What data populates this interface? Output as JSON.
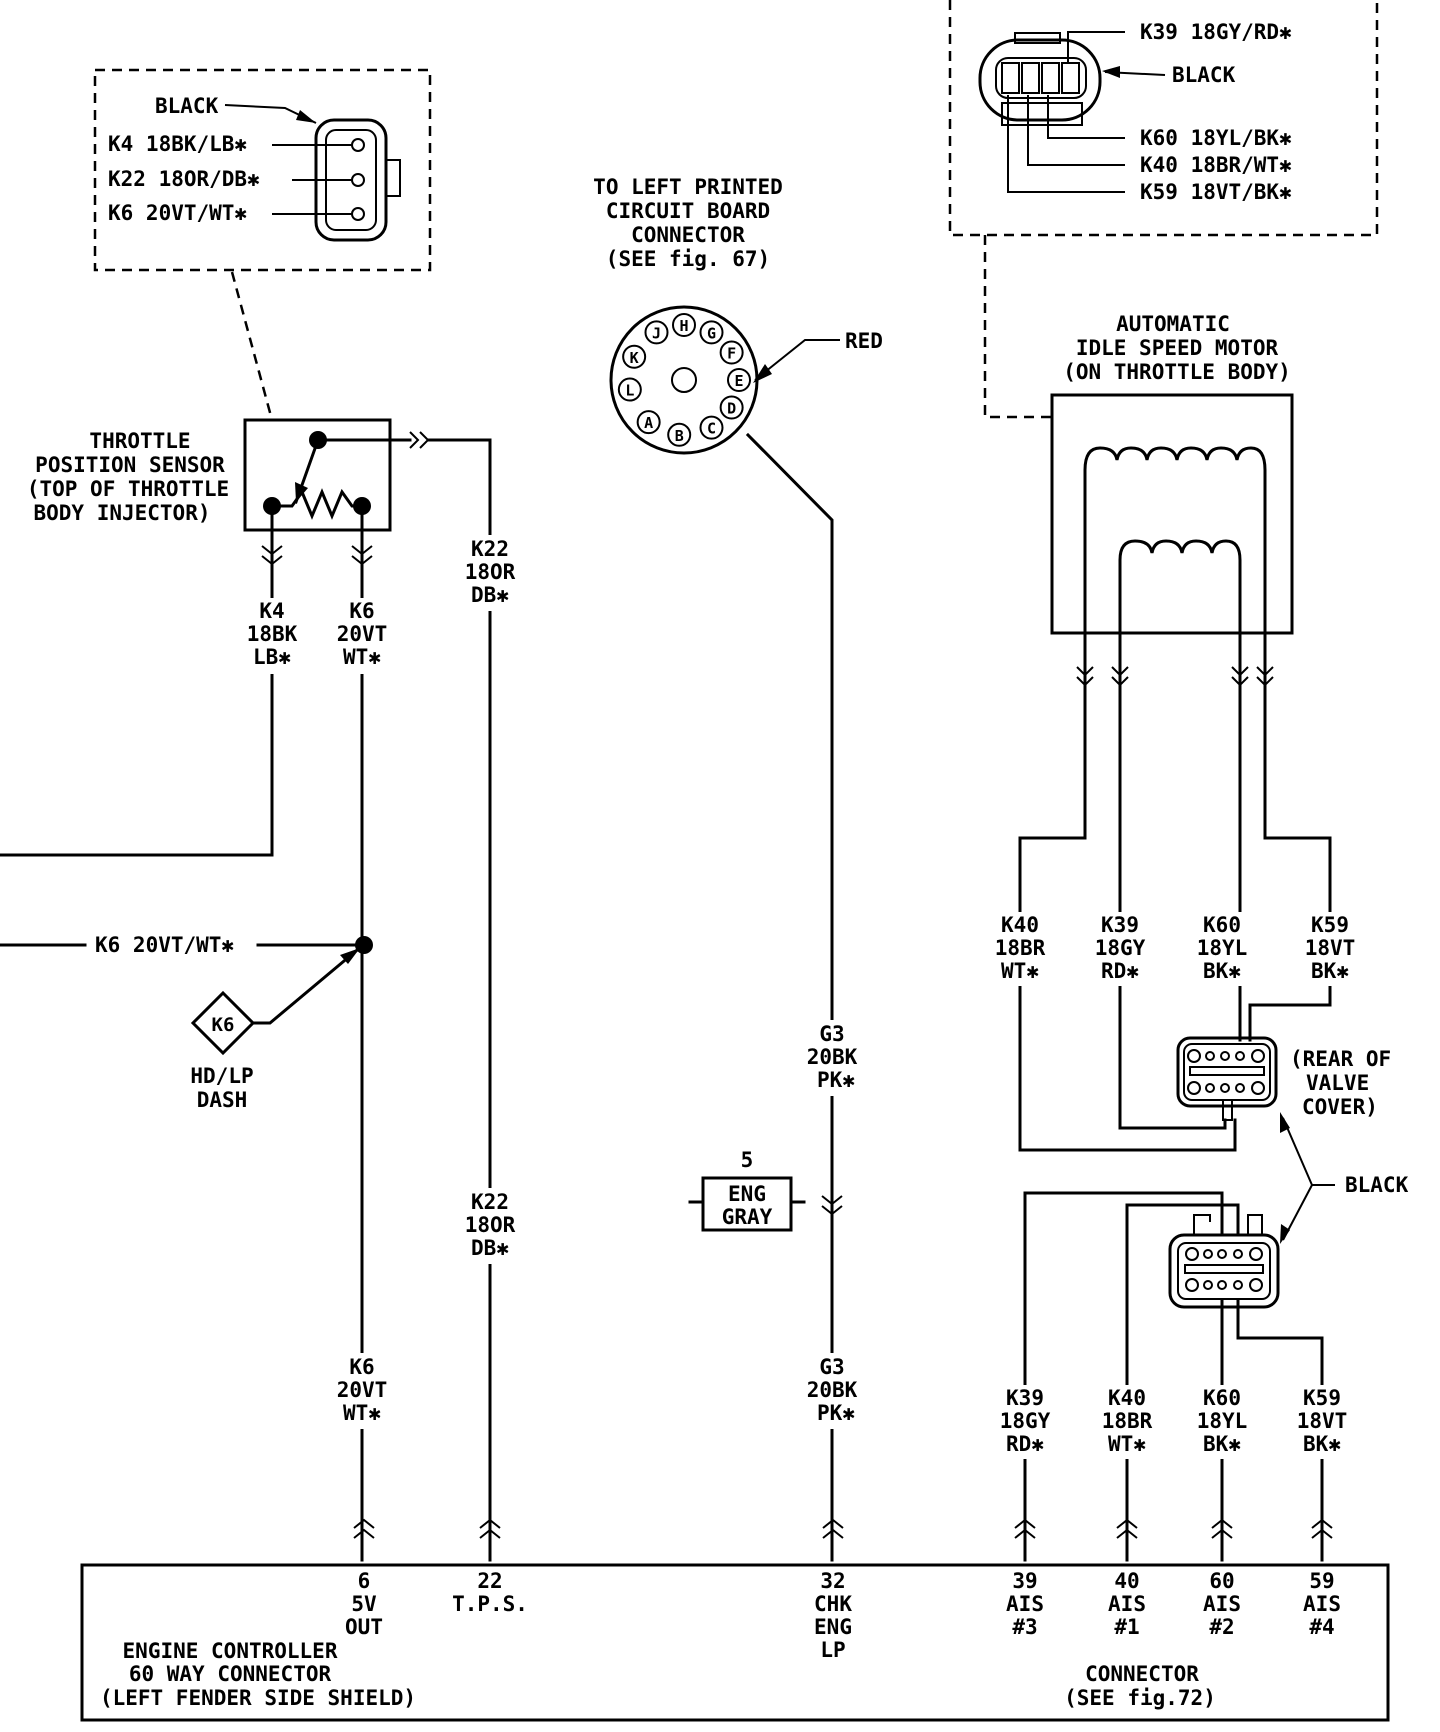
{
  "diagram": {
    "tps_connector_inset": {
      "color_label": "BLACK",
      "pins": [
        {
          "label": "K4  18BK/LB✱"
        },
        {
          "label": "K22  18OR/DB✱"
        },
        {
          "label": "K6  20VT/WT✱"
        }
      ]
    },
    "ais_connector_inset": {
      "color_label": "BLACK",
      "pins": [
        {
          "label": "K39  18GY/RD✱"
        },
        {
          "label": "K60  18YL/BK✱"
        },
        {
          "label": "K40  18BR/WT✱"
        },
        {
          "label": "K59  18VT/BK✱"
        }
      ]
    },
    "pcb_connector": {
      "title_lines": [
        "TO LEFT PRINTED",
        "CIRCUIT BOARD",
        "CONNECTOR"
      ],
      "ref_prefix": "(SEE ",
      "ref_fig": "fig. 67",
      "ref_suffix": ")",
      "color_label": "RED",
      "pins": [
        "H",
        "G",
        "F",
        "E",
        "D",
        "C",
        "B",
        "A",
        "L",
        "K",
        "J"
      ]
    },
    "tps": {
      "title_lines": [
        "THROTTLE",
        "POSITION SENSOR",
        "(TOP OF THROTTLE",
        "BODY INJECTOR)"
      ]
    },
    "ais_motor": {
      "title_lines": [
        "AUTOMATIC",
        "IDLE SPEED MOTOR",
        "(ON THROTTLE BODY)"
      ]
    },
    "wires": {
      "k4_upper": [
        "K4",
        "18BK",
        " LB✱"
      ],
      "k6_upper": [
        "K6",
        "20VT",
        " WT✱"
      ],
      "k22_upper": [
        "K22",
        "18OR",
        " DB✱"
      ],
      "k22_lower": [
        "K22",
        "18OR",
        " DB✱"
      ],
      "k6_lower": [
        "K6",
        "20VT",
        " WT✱"
      ],
      "k6_splice": "K6 20VT/WT✱",
      "g3_upper": [
        "G3",
        "20BK",
        " PK✱"
      ],
      "g3_lower": [
        "G3",
        "20BK",
        " PK✱"
      ],
      "ais_upper": [
        [
          "K40",
          "18BR",
          " WT✱"
        ],
        [
          "K39",
          "18GY",
          " RD✱"
        ],
        [
          "K60",
          "18YL",
          " BK✱"
        ],
        [
          "K59",
          "18VT",
          " BK✱"
        ]
      ],
      "ais_lower": [
        [
          "K39",
          "18GY",
          " RD✱"
        ],
        [
          "K40",
          "18BR",
          " WT✱"
        ],
        [
          "K60",
          "18YL",
          " BK✱"
        ],
        [
          "K59",
          "18VT",
          " BK✱"
        ]
      ]
    },
    "splice_k6": {
      "badge": "K6",
      "location_lines": [
        "HD/LP",
        "DASH"
      ]
    },
    "eng_connector": {
      "number": "5",
      "lines": [
        "ENG",
        "GRAY"
      ]
    },
    "valve_cover": {
      "location_lines": [
        "(REAR OF",
        "VALVE",
        "COVER)"
      ],
      "color_label": "BLACK"
    },
    "engine_controller": {
      "title_lines": [
        "ENGINE CONTROLLER",
        "60 WAY CONNECTOR",
        "(LEFT FENDER SIDE SHIELD)"
      ],
      "cavities": [
        {
          "number": "6",
          "lines": [
            "5V",
            "OUT"
          ]
        },
        {
          "number": "22",
          "lines": [
            "T.P.S."
          ]
        },
        {
          "number": "32",
          "lines": [
            "CHK",
            "ENG",
            "LP"
          ]
        },
        {
          "number": "39",
          "lines": [
            "AIS",
            "#3"
          ]
        },
        {
          "number": "40",
          "lines": [
            "AIS",
            "#1"
          ]
        },
        {
          "number": "60",
          "lines": [
            "AIS",
            "#2"
          ]
        },
        {
          "number": "59",
          "lines": [
            "AIS",
            "#4"
          ]
        }
      ],
      "connector_ref_line1": "CONNECTOR",
      "connector_ref_prefix": "(SEE ",
      "connector_ref_fig": "fig.72",
      "connector_ref_suffix": ")"
    }
  }
}
